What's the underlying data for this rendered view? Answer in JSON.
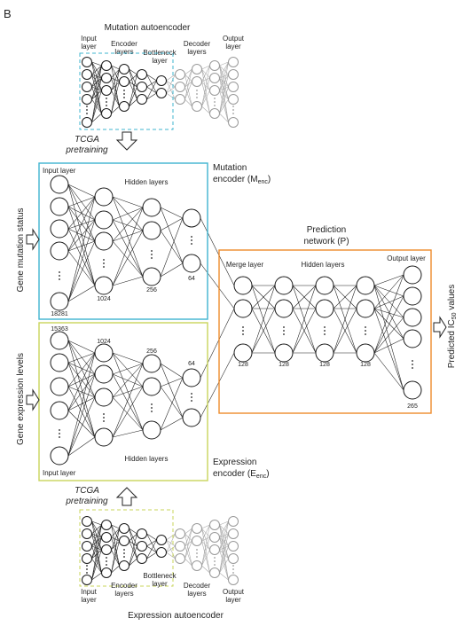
{
  "panel_letter": "B",
  "mutation_ae": {
    "title": "Mutation autoencoder",
    "input_label": [
      "Input",
      "layer"
    ],
    "encoder_label": [
      "Encoder",
      "layers"
    ],
    "bottleneck_label": [
      "Bottleneck",
      "layer"
    ],
    "decoder_label": [
      "Decoder",
      "layers"
    ],
    "output_label": [
      "Output",
      "layer"
    ]
  },
  "tcga_top": [
    "TCGA",
    "pretraining"
  ],
  "mutation_encoder": {
    "title_line1": "Mutation",
    "title_line2": "encoder (M",
    "title_sub": "enc",
    "title_end": ")",
    "input_layer_label": "Input layer",
    "hidden_label": "Hidden layers",
    "counts": [
      "18281",
      "1024",
      "256",
      "64"
    ],
    "side_label": "Gene mutation status"
  },
  "expression_encoder": {
    "title_line1": "Expression",
    "title_line2": "encoder (E",
    "title_sub": "enc",
    "title_end": ")",
    "input_layer_label": "Input layer",
    "hidden_label": "Hidden layers",
    "counts": [
      "15363",
      "1024",
      "256",
      "64"
    ],
    "side_label": "Gene expression levels"
  },
  "prediction": {
    "title_line1": "Prediction",
    "title_line2": "network (P)",
    "merge_label": "Merge layer",
    "hidden_label": "Hidden layers",
    "output_label": "Output layer",
    "counts": [
      "128",
      "128",
      "128",
      "128",
      "265"
    ],
    "side_label_pre": "Predicted IC",
    "side_label_sub": "50",
    "side_label_post": " values"
  },
  "tcga_bottom": [
    "TCGA",
    "pretraining"
  ],
  "expression_ae": {
    "title": "Expression autoencoder",
    "input_label": [
      "Input",
      "layer"
    ],
    "encoder_label": [
      "Encoder",
      "layers"
    ],
    "bottleneck_label": [
      "Bottleneck",
      "layer"
    ],
    "decoder_label": [
      "Decoder",
      "layers"
    ],
    "output_label": [
      "Output",
      "layer"
    ]
  },
  "colors": {
    "mutation_box": "#3fb4cf",
    "expression_box": "#c9d45a",
    "prediction_box": "#ee8b2c"
  }
}
